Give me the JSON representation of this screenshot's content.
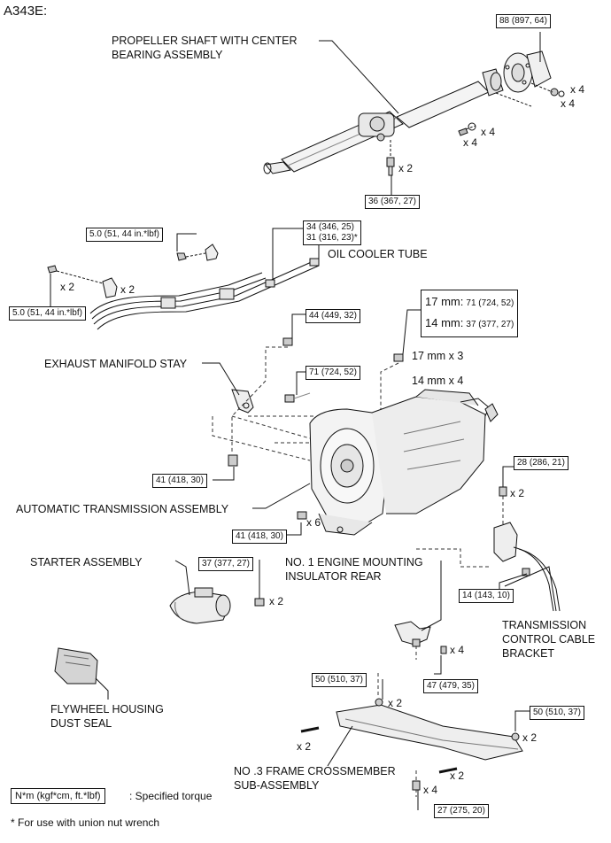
{
  "header": {
    "model_code": "A343E:"
  },
  "labels": {
    "propeller_shaft": [
      "PROPELLER SHAFT WITH CENTER",
      "BEARING ASSEMBLY"
    ],
    "oil_cooler_tube": "OIL COOLER TUBE",
    "exhaust_manifold_stay": "EXHAUST MANIFOLD STAY",
    "automatic_transmission": "AUTOMATIC TRANSMISSION ASSEMBLY",
    "starter_assembly": "STARTER ASSEMBLY",
    "engine_mounting_insulator": [
      "NO. 1 ENGINE MOUNTING",
      "INSULATOR REAR"
    ],
    "transmission_control_cable_bracket": [
      "TRANSMISSION",
      "CONTROL CABLE",
      "BRACKET"
    ],
    "flywheel_housing_dust_seal": [
      "FLYWHEEL HOUSING",
      "DUST SEAL"
    ],
    "frame_crossmember": [
      "NO .3 FRAME CROSSMEMBER",
      "SUB-ASSEMBLY"
    ]
  },
  "torque": {
    "prop_flange": "88 (897, 64)",
    "prop_center": "36 (367, 27)",
    "cooler_clamp_upper": "5.0 (51, 44 in.*lbf)",
    "cooler_union_1": "34 (346, 25)",
    "cooler_union_2": "31 (316, 23)*",
    "cooler_clamp_lower": "5.0 (51, 44 in.*lbf)",
    "stay_bolt_upper": "44 (449, 32)",
    "stay_bolt": "71 (724, 52)",
    "trans_bolt_17_label": "17 mm:",
    "trans_bolt_17_value": "71 (724, 52)",
    "trans_bolt_14_label": "14 mm:",
    "trans_bolt_14_value": "37 (377, 27)",
    "trans_bolt_left": "41 (418, 30)",
    "trans_bolt_lower": "41 (418, 30)",
    "bracket_bolt": "28 (286, 21)",
    "bracket_nut": "14 (143, 10)",
    "starter_bolt": "37 (377, 27)",
    "insulator_bolt": "47 (479, 35)",
    "crossmember_left": "50 (510, 37)",
    "crossmember_right": "50 (510, 37)",
    "crossmember_bottom": "27 (275, 20)"
  },
  "quantities": {
    "flange_nut_1": "x 4",
    "flange_nut_2": "x 4",
    "flange_bolt_1": "x 4",
    "flange_bolt_2": "x 4",
    "center_bolt": "x 2",
    "clamp_bolt": "x 2",
    "clamp": "x 2",
    "bolt_17mm": "17 mm x 3",
    "bolt_14mm": "14 mm x 4",
    "trans_lower": "x 6",
    "bracket_bolt": "x 2",
    "starter_bolt": "x 2",
    "insulator_bolt": "x 4",
    "crossmember_nut_left": "x 2",
    "crossmember_bolt_left": "x 2",
    "crossmember_nut_right": "x 2",
    "crossmember_bolt_right": "x 2",
    "crossmember_bottom": "x 4"
  },
  "legend": {
    "box_text": "N*m (kgf*cm, ft.*lbf)",
    "desc": ": Specified torque",
    "footnote": "* For use with union nut wrench"
  }
}
